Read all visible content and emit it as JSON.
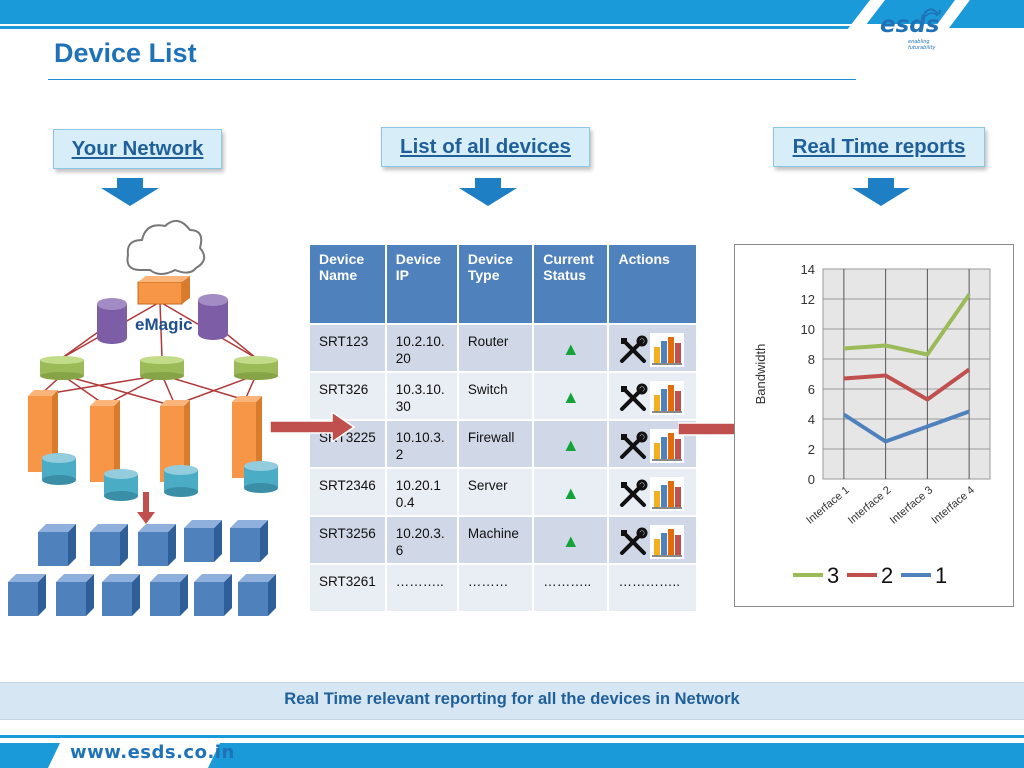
{
  "header": {
    "title": "Device List",
    "logo_text": "esds",
    "logo_tagline": "enabling futurability"
  },
  "columns": {
    "network_heading": "Your Network",
    "devices_heading": "List of all devices",
    "reports_heading": "Real Time reports"
  },
  "network": {
    "brand_label": "eMagic"
  },
  "device_table": {
    "headers": [
      "Device Name",
      "Device IP",
      "Device Type",
      "Current Status",
      "Actions"
    ],
    "rows": [
      {
        "name": "SRT123",
        "ip": "10.2.10.20",
        "type": "Router",
        "status": "up-triangle",
        "actions": true
      },
      {
        "name": "SRT326",
        "ip": "10.3.10.30",
        "type": "Switch",
        "status": "up-triangle",
        "actions": true
      },
      {
        "name": "SRT3225",
        "ip": "10.10.3.2",
        "type": "Firewall",
        "status": "up-triangle",
        "actions": true
      },
      {
        "name": "SRT2346",
        "ip": "10.20.10.4",
        "type": "Server",
        "status": "up-triangle",
        "actions": true
      },
      {
        "name": "SRT3256",
        "ip": "10.20.3.6",
        "type": "Machine",
        "status": "up-triangle",
        "actions": true
      },
      {
        "name": "SRT3261",
        "ip": "………..",
        "type": "………",
        "status_text": "………..",
        "actions_text": "…………..",
        "actions": false
      }
    ],
    "ip_display": [
      "10.2.10.\n20",
      "10.3.10.\n30",
      "10.10.3.\n2",
      "10.20.1\n0.4",
      "10.20.3.\n6",
      "……….."
    ],
    "status_color": "#14a33a"
  },
  "chart_data": {
    "type": "line",
    "title": "",
    "xlabel": "",
    "ylabel": "Bandwidth",
    "categories": [
      "Interface 1",
      "Interface 2",
      "Interface 3",
      "Interface 4"
    ],
    "ylim": [
      0,
      14
    ],
    "yticks": [
      0,
      2,
      4,
      6,
      8,
      10,
      12,
      14
    ],
    "grid": true,
    "legend_position": "bottom",
    "series": [
      {
        "name": "3",
        "color": "#9bbb59",
        "values": [
          8.7,
          8.9,
          8.3,
          12.3
        ]
      },
      {
        "name": "2",
        "color": "#c0504d",
        "values": [
          6.7,
          6.9,
          5.3,
          7.3
        ]
      },
      {
        "name": "1",
        "color": "#4f81bd",
        "values": [
          4.3,
          2.5,
          3.5,
          4.5
        ]
      }
    ]
  },
  "footer": {
    "caption": "Real Time relevant reporting for all the devices in Network",
    "url": "www.esds.co.in"
  },
  "colors": {
    "brand_blue": "#1f72b8",
    "header_blue": "#4f81bd",
    "arrow_red": "#c0504d"
  }
}
